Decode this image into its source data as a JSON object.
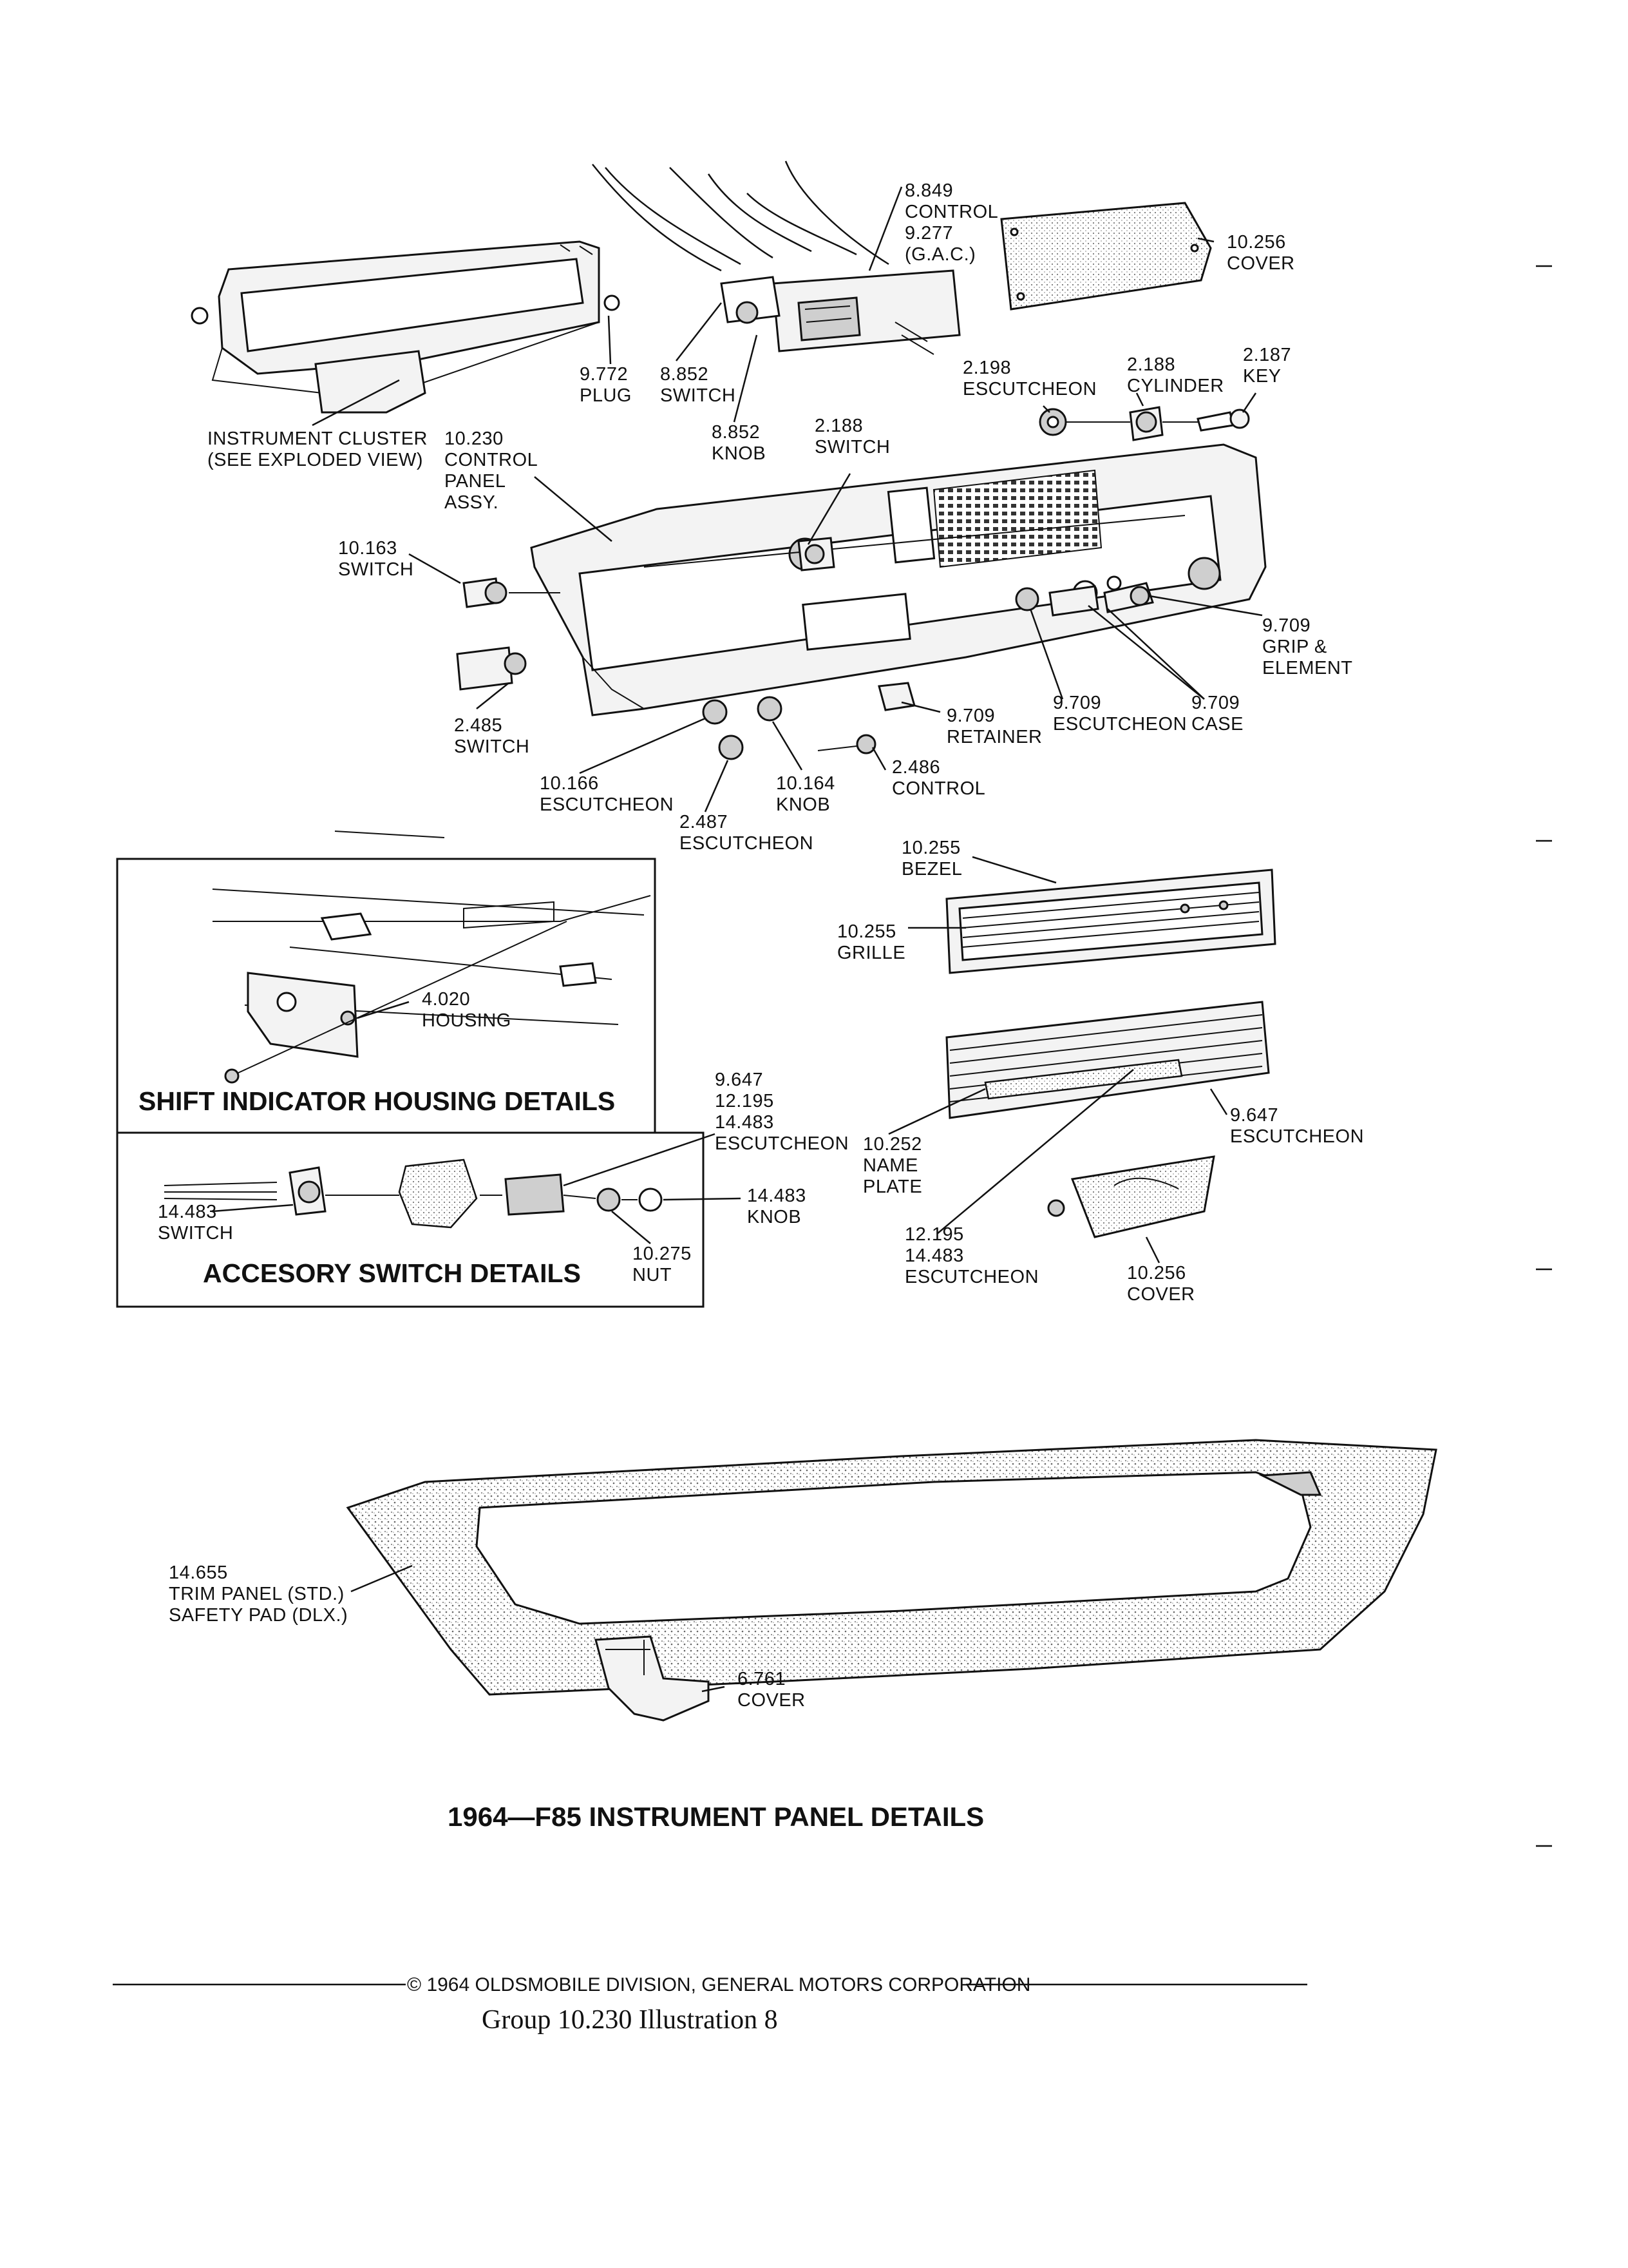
{
  "title": "1964—F85 INSTRUMENT PANEL DETAILS",
  "insets": {
    "shift": "SHIFT INDICATOR HOUSING DETAILS",
    "accessory": "ACCESORY SWITCH DETAILS"
  },
  "footer": {
    "copyright": "© 1964 OLDSMOBILE DIVISION, GENERAL MOTORS CORPORATION",
    "group": "Group 10.230   Illustration  8"
  },
  "callouts": [
    {
      "id": "c-8849",
      "lines": [
        "8.849",
        "CONTROL",
        "9.277",
        "(G.A.C.)"
      ]
    },
    {
      "id": "c-10256-top",
      "lines": [
        "10.256",
        "COVER"
      ]
    },
    {
      "id": "c-9772",
      "lines": [
        "9.772",
        "PLUG"
      ]
    },
    {
      "id": "c-8852-sw",
      "lines": [
        "8.852",
        "SWITCH"
      ]
    },
    {
      "id": "c-2198",
      "lines": [
        "2.198",
        "ESCUTCHEON"
      ]
    },
    {
      "id": "c-2188-cyl",
      "lines": [
        "2.188",
        "CYLINDER"
      ]
    },
    {
      "id": "c-2187",
      "lines": [
        "2.187",
        "KEY"
      ]
    },
    {
      "id": "c-cluster",
      "lines": [
        "INSTRUMENT CLUSTER",
        "(SEE EXPLODED VIEW)"
      ]
    },
    {
      "id": "c-10230",
      "lines": [
        "10.230",
        "CONTROL",
        "PANEL",
        "ASSY."
      ]
    },
    {
      "id": "c-8852-knob",
      "lines": [
        "8.852",
        "KNOB"
      ]
    },
    {
      "id": "c-2188-sw",
      "lines": [
        "2.188",
        "SWITCH"
      ]
    },
    {
      "id": "c-10163",
      "lines": [
        "10.163",
        "SWITCH"
      ]
    },
    {
      "id": "c-9709-grip",
      "lines": [
        "9.709",
        "GRIP &",
        "ELEMENT"
      ]
    },
    {
      "id": "c-2485",
      "lines": [
        "2.485",
        "SWITCH"
      ]
    },
    {
      "id": "c-9709-ret",
      "lines": [
        "9.709",
        "RETAINER"
      ]
    },
    {
      "id": "c-9709-esc",
      "lines": [
        "9.709",
        "ESCUTCHEON"
      ]
    },
    {
      "id": "c-9709-case",
      "lines": [
        "9.709",
        "CASE"
      ]
    },
    {
      "id": "c-10166",
      "lines": [
        "10.166",
        "ESCUTCHEON"
      ]
    },
    {
      "id": "c-10164",
      "lines": [
        "10.164",
        "KNOB"
      ]
    },
    {
      "id": "c-2486",
      "lines": [
        "2.486",
        "CONTROL"
      ]
    },
    {
      "id": "c-2487",
      "lines": [
        "2.487",
        "ESCUTCHEON"
      ]
    },
    {
      "id": "c-10255-bezel",
      "lines": [
        "10.255",
        "BEZEL"
      ]
    },
    {
      "id": "c-10255-grille",
      "lines": [
        "10.255",
        "GRILLE"
      ]
    },
    {
      "id": "c-4020",
      "lines": [
        "4.020",
        "HOUSING"
      ]
    },
    {
      "id": "c-9647-left",
      "lines": [
        "9.647",
        "12.195",
        "14.483",
        "ESCUTCHEON"
      ]
    },
    {
      "id": "c-10252",
      "lines": [
        "10.252",
        "NAME",
        "PLATE"
      ]
    },
    {
      "id": "c-9647-right",
      "lines": [
        "9.647",
        "ESCUTCHEON"
      ]
    },
    {
      "id": "c-14483-knob",
      "lines": [
        "14.483",
        "KNOB"
      ]
    },
    {
      "id": "c-14483-sw",
      "lines": [
        "14.483",
        "SWITCH"
      ]
    },
    {
      "id": "c-10275",
      "lines": [
        "10.275",
        "NUT"
      ]
    },
    {
      "id": "c-12195",
      "lines": [
        "12.195",
        "14.483",
        "ESCUTCHEON"
      ]
    },
    {
      "id": "c-10256-bot",
      "lines": [
        "10.256",
        "COVER"
      ]
    },
    {
      "id": "c-14655",
      "lines": [
        "14.655",
        "TRIM PANEL (STD.)",
        "SAFETY PAD (DLX.)"
      ]
    },
    {
      "id": "c-6761",
      "lines": [
        "6.761",
        "COVER"
      ]
    }
  ]
}
